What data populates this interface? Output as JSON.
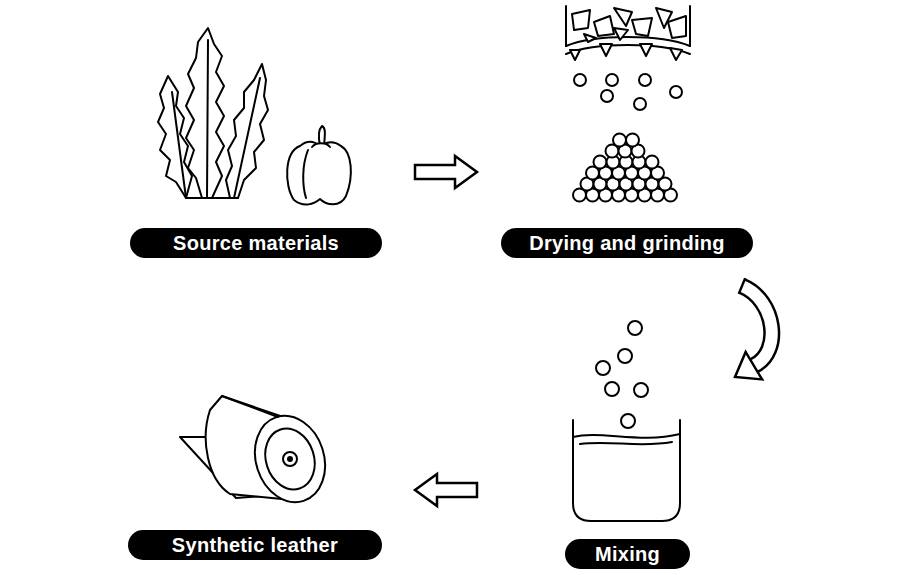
{
  "diagram": {
    "nodes": [
      {
        "text": [
          "Source materials"
        ]
      },
      {
        "text": [
          "Drying and grinding"
        ]
      },
      {
        "text": [
          "Mixing"
        ]
      },
      {
        "text": [
          "Synthetic leather"
        ]
      }
    ],
    "edges": [
      {
        "from": 0,
        "to": 1,
        "arrow": "to"
      },
      {
        "from": 1,
        "to": 2,
        "arrow": "to"
      },
      {
        "from": 2,
        "to": 3,
        "arrow": "to"
      }
    ]
  }
}
